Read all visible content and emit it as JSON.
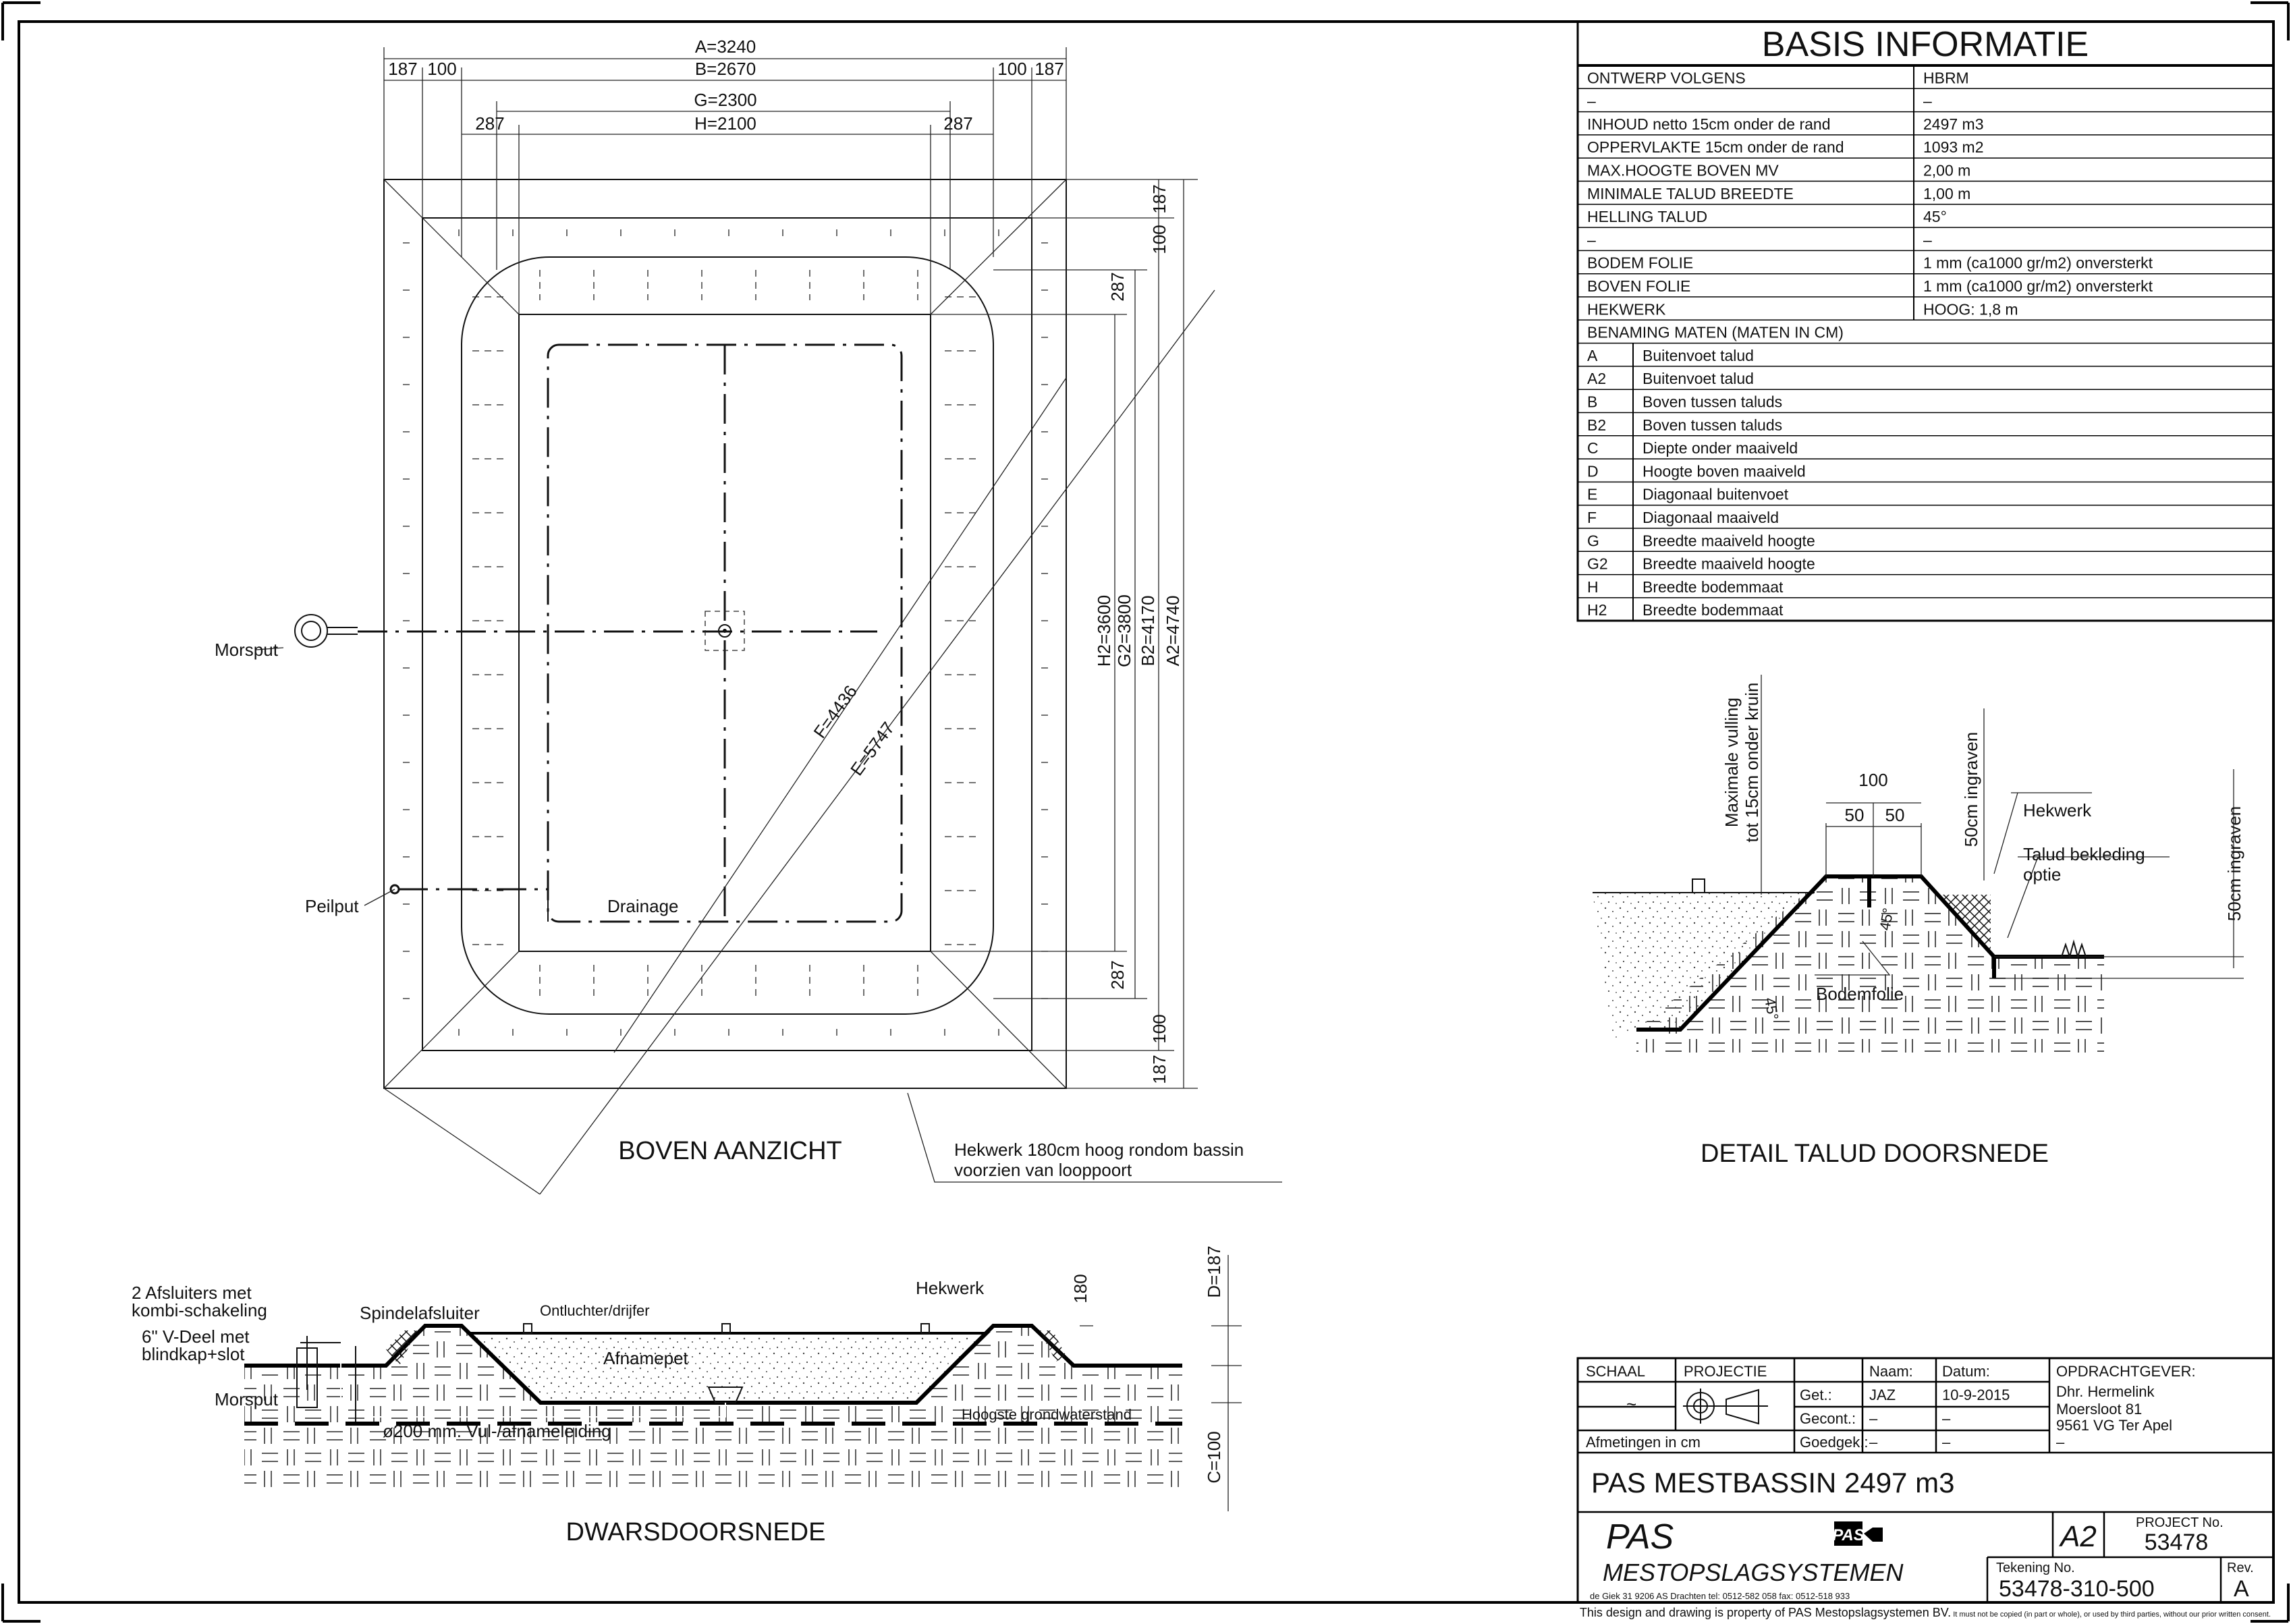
{
  "info_table": {
    "title": "BASIS INFORMATIE",
    "rows": [
      {
        "label": "ONTWERP VOLGENS",
        "value": "HBRM"
      },
      {
        "label": "–",
        "value": "–"
      },
      {
        "label": "INHOUD netto 15cm onder de rand",
        "value": "2497 m3"
      },
      {
        "label": "OPPERVLAKTE 15cm onder de rand",
        "value": "1093 m2"
      },
      {
        "label": "MAX.HOOGTE BOVEN MV",
        "value": "2,00 m"
      },
      {
        "label": "MINIMALE TALUD BREEDTE",
        "value": "1,00 m"
      },
      {
        "label": "HELLING TALUD",
        "value": "45°"
      },
      {
        "label": "–",
        "value": "–"
      },
      {
        "label": "BODEM FOLIE",
        "value": "1 mm (ca1000 gr/m2)   onversterkt"
      },
      {
        "label": "BOVEN FOLIE",
        "value": "1 mm (ca1000 gr/m2)   onversterkt"
      },
      {
        "label": "HEKWERK",
        "value": "HOOG: 1,8 m"
      }
    ],
    "legend_header": "BENAMING MATEN (MATEN IN CM)",
    "legend": [
      {
        "code": "A",
        "desc": "Buitenvoet talud"
      },
      {
        "code": "A2",
        "desc": "Buitenvoet talud"
      },
      {
        "code": "B",
        "desc": "Boven tussen taluds"
      },
      {
        "code": "B2",
        "desc": "Boven tussen taluds"
      },
      {
        "code": "C",
        "desc": "Diepte onder maaiveld"
      },
      {
        "code": "D",
        "desc": "Hoogte boven maaiveld"
      },
      {
        "code": "E",
        "desc": "Diagonaal buitenvoet"
      },
      {
        "code": "F",
        "desc": "Diagonaal maaiveld"
      },
      {
        "code": "G",
        "desc": "Breedte maaiveld hoogte"
      },
      {
        "code": "G2",
        "desc": "Breedte maaiveld hoogte"
      },
      {
        "code": "H",
        "desc": "Breedte bodemmaat"
      },
      {
        "code": "H2",
        "desc": "Breedte bodemmaat"
      }
    ]
  },
  "top_view": {
    "title": "BOVEN AANZICHT",
    "dims": {
      "A": "A=3240",
      "B": "B=2670",
      "G": "G=2300",
      "H": "H=2100",
      "d187": "187",
      "d100": "100",
      "d287": "287",
      "H2": "H2=3600",
      "G2": "G2=3800",
      "B2": "B2=4170",
      "A2": "A2=4740",
      "F": "F=4436",
      "E": "E=5747"
    },
    "labels": {
      "morsput": "Morsput",
      "peilput": "Peilput",
      "drainage": "Drainage",
      "hekwerk_line1": "Hekwerk 180cm hoog rondom bassin",
      "hekwerk_line2": "voorzien van looppoort"
    }
  },
  "cross_section": {
    "title": "DWARSDOORSNEDE",
    "labels": {
      "afsluiters1": "2 Afsluiters met",
      "afsluiters2": "kombi-schakeling",
      "vdeel1": "6\" V-Deel met",
      "vdeel2": "blindkap+slot",
      "morsput": "Morsput",
      "spindel": "Spindelafsluiter",
      "ontluchter": "Ontluchter/drijfer",
      "hekwerk": "Hekwerk",
      "afnamepet": "Afnamepet",
      "leiding": "ø200 mm. Vul-/afnameleiding",
      "grondwater": "Hoogste grondwaterstand"
    },
    "dims": {
      "D": "D=187",
      "h180": "180",
      "C": "C=100"
    }
  },
  "detail": {
    "title": "DETAIL TALUD DOORSNEDE",
    "labels": {
      "vulling1": "Maximale vulling",
      "vulling2": "tot 15cm onder kruin",
      "ingraven": "50cm ingraven",
      "hekwerk": "Hekwerk",
      "bekleding1": "Talud bekleding",
      "bekleding2": "optie",
      "bodemfolie": "Bodemfolie",
      "angle": "45°"
    },
    "dims": {
      "d100": "100",
      "d50": "50"
    }
  },
  "title_block": {
    "schaal_label": "SCHAAL",
    "schaal_value": "~",
    "projectie_label": "PROJECTIE",
    "naam_label": "Naam:",
    "datum_label": "Datum:",
    "get_label": "Get.:",
    "get_naam": "JAZ",
    "get_datum": "10-9-2015",
    "gecont_label": "Gecont.:",
    "gecont_naam": "–",
    "gecont_datum": "–",
    "goedgek_label": "Goedgek.:",
    "goedgek_naam": "–",
    "goedgek_datum": "–",
    "afmetingen": "Afmetingen in cm",
    "opdrachtgever_label": "OPDRACHTGEVER:",
    "opdrachtgever_lines": [
      "Dhr. Hermelink",
      "Moersloot 81",
      "9561 VG    Ter Apel",
      "–"
    ],
    "drawing_title": "PAS MESTBASSIN 2497 m3",
    "company_name1": "PAS",
    "company_name2": "MESTOPSLAGSYSTEMEN",
    "logo_text": "PAS",
    "company_address": "de Giek 31 9206 AS Drachten tel: 0512-582 058 fax: 0512-518 933",
    "sheet_size": "A2",
    "project_label": "PROJECT No.",
    "project_no": "53478",
    "tekening_label": "Tekening No.",
    "tekening_no": "53478-310-500",
    "rev_label": "Rev.",
    "rev": "A"
  },
  "footer": {
    "main": "This design and drawing is property of PAS Mestopslagsystemen BV.",
    "small": " It must not be copied (in part or whole), or used by third parties, without our prior written consent."
  }
}
